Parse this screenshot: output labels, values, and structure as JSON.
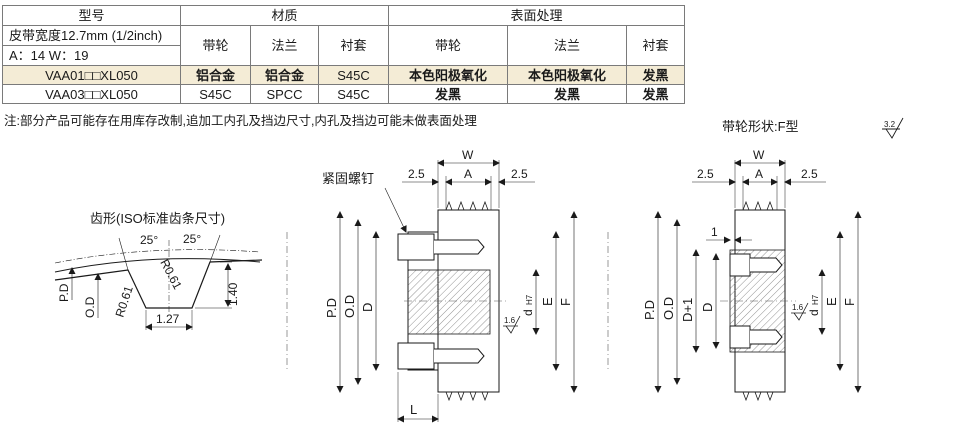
{
  "table": {
    "header1": {
      "model": "型号",
      "material": "材质",
      "surface": "表面处理"
    },
    "model_sub": {
      "line1": "皮带宽度12.7mm  (1/2inch)",
      "line2": "A：14   W：19"
    },
    "columns": [
      "带轮",
      "法兰",
      "衬套",
      "带轮",
      "法兰",
      "衬套"
    ],
    "rows": [
      {
        "model": "VAA01□□XL050",
        "cells": [
          "铝合金",
          "铝合金",
          "S45C",
          "本色阳极氧化",
          "本色阳极氧化",
          "发黑"
        ]
      },
      {
        "model": "VAA03□□XL050",
        "cells": [
          "S45C",
          "SPCC",
          "S45C",
          "发黑",
          "发黑",
          "发黑"
        ]
      }
    ]
  },
  "note": "注:部分产品可能存在用库存改制,追加工内孔及挡边尺寸,内孔及挡边可能未做表面处理",
  "pulley_shape": "带轮形状:F型",
  "roughness_main": "3.2",
  "tooth": {
    "title": "齿形(ISO标准齿条尺寸)",
    "angle_left": "25°",
    "angle_right": "25°",
    "r_top": "R0.61",
    "r_bottom": "R0.61",
    "height": "1.40",
    "width": "1.27",
    "pd": "P.D",
    "od": "O.D"
  },
  "view1": {
    "screw_label": "紧固螺钉",
    "W": "W",
    "A": "A",
    "gap_left": "2.5",
    "gap_right": "2.5",
    "PD": "P.D",
    "OD": "O.D",
    "D": "D",
    "E": "E",
    "F": "F",
    "L": "L",
    "bore": "d",
    "bore_tol": "H7",
    "rough": "1.6"
  },
  "view2": {
    "W": "W",
    "A": "A",
    "gap_left": "2.5",
    "gap_right": "2.5",
    "one": "1",
    "PD": "P.D",
    "OD": "O.D",
    "D1": "D+1",
    "D": "D",
    "E": "E",
    "F": "F",
    "bore": "d",
    "bore_tol": "H7",
    "rough": "1.6"
  },
  "colors": {
    "highlight_row": "#f4ecd6",
    "bore_red": "#d62020"
  }
}
